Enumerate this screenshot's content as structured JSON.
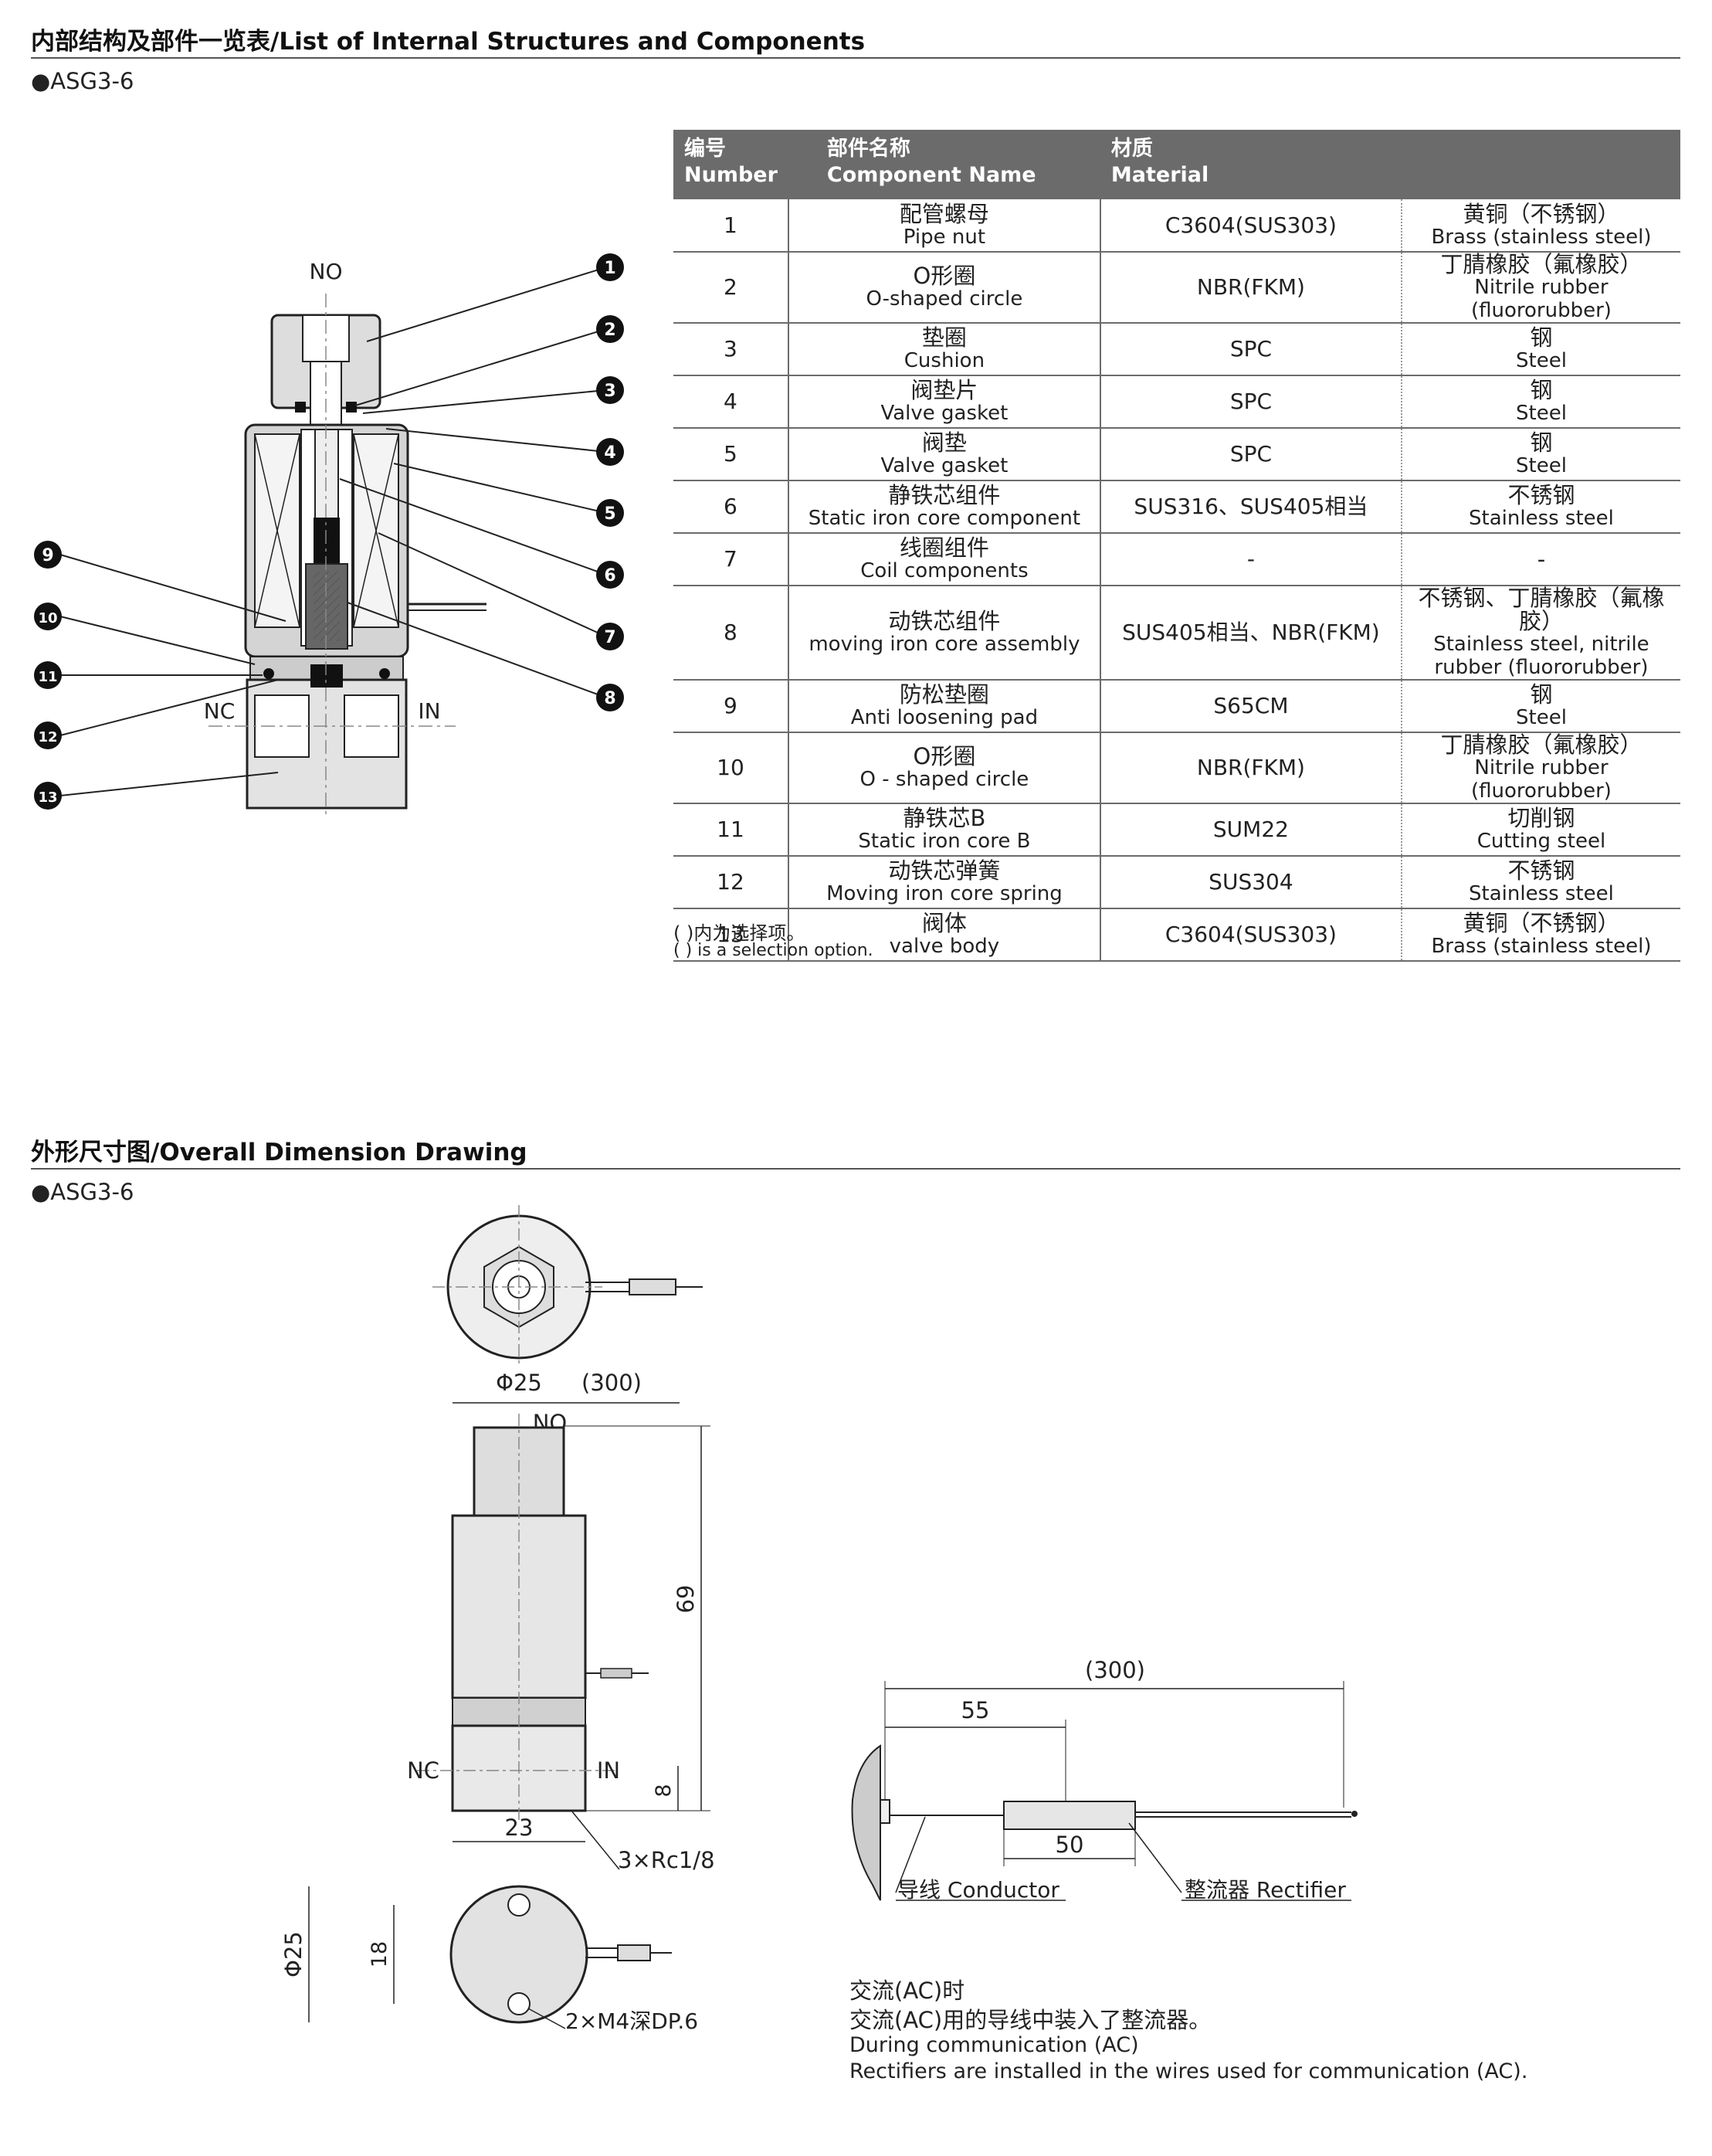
{
  "section1": {
    "title": "内部结构及部件一览表/List of Internal Structures and Components",
    "model": "●ASG3-6"
  },
  "section2": {
    "title": "外形尺寸图/Overall Dimension Drawing",
    "model": "●ASG3-6"
  },
  "table": {
    "headers": [
      {
        "cn": "编号",
        "en": "Number"
      },
      {
        "cn": "部件名称",
        "en": "Component Name"
      },
      {
        "cn": "材质",
        "en": "Material"
      }
    ],
    "rows": [
      {
        "no": "1",
        "name_cn": "配管螺母",
        "name_en": "Pipe nut",
        "material": "C3604(SUS303)",
        "mat_cn": "黄铜（不锈钢）",
        "mat_en": "Brass (stainless steel)"
      },
      {
        "no": "2",
        "name_cn": "O形圈",
        "name_en": "O-shaped circle",
        "material": "NBR(FKM)",
        "mat_cn": "丁腈橡胶（氟橡胶）",
        "mat_en": "Nitrile rubber (fluororubber)"
      },
      {
        "no": "3",
        "name_cn": "垫圈",
        "name_en": "Cushion",
        "material": "SPC",
        "mat_cn": "钢",
        "mat_en": "Steel"
      },
      {
        "no": "4",
        "name_cn": "阀垫片",
        "name_en": "Valve gasket",
        "material": "SPC",
        "mat_cn": "钢",
        "mat_en": "Steel"
      },
      {
        "no": "5",
        "name_cn": "阀垫",
        "name_en": "Valve gasket",
        "material": "SPC",
        "mat_cn": "钢",
        "mat_en": "Steel"
      },
      {
        "no": "6",
        "name_cn": "静铁芯组件",
        "name_en": "Static iron core component",
        "material": "SUS316、SUS405相当",
        "mat_cn": "不锈钢",
        "mat_en": "Stainless steel"
      },
      {
        "no": "7",
        "name_cn": "线圈组件",
        "name_en": "Coil components",
        "material": "-",
        "mat_cn": "-",
        "mat_en": ""
      },
      {
        "no": "8",
        "name_cn": "动铁芯组件",
        "name_en": "moving iron core assembly",
        "material": "SUS405相当、NBR(FKM)",
        "mat_cn": "不锈钢、丁腈橡胶（氟橡胶）",
        "mat_en": "Stainless steel, nitrile rubber (fluororubber)"
      },
      {
        "no": "9",
        "name_cn": "防松垫圈",
        "name_en": "Anti loosening pad",
        "material": "S65CM",
        "mat_cn": "钢",
        "mat_en": "Steel"
      },
      {
        "no": "10",
        "name_cn": "O形圈",
        "name_en": "O - shaped circle",
        "material": "NBR(FKM)",
        "mat_cn": "丁腈橡胶（氟橡胶）",
        "mat_en": "Nitrile rubber (fluororubber)"
      },
      {
        "no": "11",
        "name_cn": "静铁芯B",
        "name_en": "Static iron core B",
        "material": "SUM22",
        "mat_cn": "切削钢",
        "mat_en": "Cutting steel"
      },
      {
        "no": "12",
        "name_cn": "动铁芯弹簧",
        "name_en": "Moving iron core spring",
        "material": "SUS304",
        "mat_cn": "不锈钢",
        "mat_en": "Stainless steel"
      },
      {
        "no": "13",
        "name_cn": "阀体",
        "name_en": "valve body",
        "material": "C3604(SUS303)",
        "mat_cn": "黄铜（不锈钢）",
        "mat_en": "Brass (stainless steel)"
      }
    ],
    "note_cn": "( )内为选择项。",
    "note_en": "( ) is a selection option."
  },
  "section_drawing": {
    "port_no": "NO",
    "port_nc": "NC",
    "port_in": "IN",
    "callouts": [
      "1",
      "2",
      "3",
      "4",
      "5",
      "6",
      "7",
      "8",
      "9",
      "10",
      "11",
      "12",
      "13"
    ]
  },
  "dimension_drawing": {
    "phi25_top": "Φ25",
    "lead_300_top": "(300)",
    "port_no": "NO",
    "port_nc": "NC",
    "port_in": "IN",
    "height_69": "69",
    "height_8": "8",
    "width_23": "23",
    "thread": "3×Rc1/8",
    "phi25_side": "Φ25",
    "dim_18": "18",
    "mount": "2×M4深DP.6"
  },
  "wire_drawing": {
    "len_300": "(300)",
    "len_55": "55",
    "len_50": "50",
    "conductor": "导线 Conductor",
    "rectifier": "整流器 Rectifier",
    "note1": "交流(AC)时",
    "note2": "交流(AC)用的导线中装入了整流器。",
    "note3": "During communication (AC)",
    "note4": "Rectifiers are installed in the wires used for communication (AC)."
  }
}
